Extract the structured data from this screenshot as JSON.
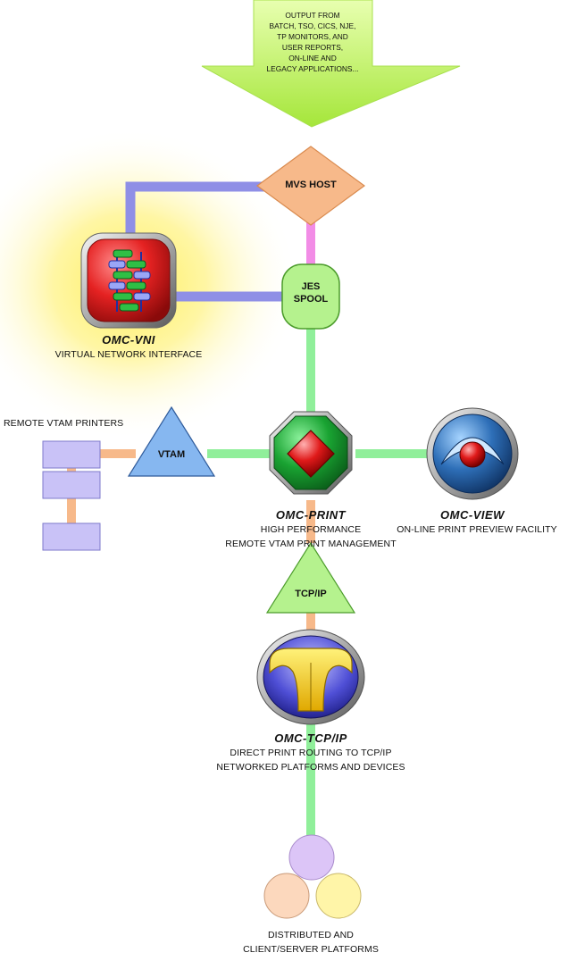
{
  "input_arrow": {
    "lines": [
      "OUTPUT FROM",
      "BATCH, TSO, CICS, NJE,",
      "TP MONITORS, AND",
      "USER REPORTS,",
      "ON-LINE AND",
      "LEGACY APPLICATIONS..."
    ]
  },
  "mvs_host": {
    "label": "MVS HOST"
  },
  "jes_spool": {
    "line1": "JES",
    "line2": "SPOOL"
  },
  "omc_vni": {
    "title": "OMC-VNI",
    "subtitle": "VIRTUAL NETWORK INTERFACE"
  },
  "remote_printers": {
    "heading": "REMOTE VTAM PRINTERS",
    "count": 3
  },
  "vtam": {
    "label": "VTAM"
  },
  "omc_print": {
    "title": "OMC-PRINT",
    "line1": "HIGH PERFORMANCE",
    "line2": "REMOTE VTAM PRINT MANAGEMENT"
  },
  "omc_view": {
    "title": "OMC-VIEW",
    "subtitle": "ON-LINE PRINT PREVIEW FACILITY"
  },
  "tcpip": {
    "label": "TCP/IP"
  },
  "omc_tcpip": {
    "title": "OMC-TCP/IP",
    "line1": "DIRECT PRINT ROUTING TO TCP/IP",
    "line2": "NETWORKED PLATFORMS AND DEVICES"
  },
  "platforms": {
    "line1": "DISTRIBUTED AND",
    "line2": "CLIENT/SERVER PLATFORMS"
  },
  "colors": {
    "arrow_green": "#c6f25a",
    "mvs_orange": "#f7b98a",
    "connector_purple": "#8f8fe6",
    "connector_pink": "#f28ce6",
    "connector_green": "#90ef9a",
    "connector_orange": "#f7b98a",
    "printer_lavender": "#c9c2f7",
    "vtam_blue": "#86b7f0",
    "tcpip_green": "#b5f28e",
    "vni_red": "#e52222",
    "print_green": "#19a332",
    "view_blue": "#2e6fb8",
    "glow_yellow": "#fff26a"
  }
}
